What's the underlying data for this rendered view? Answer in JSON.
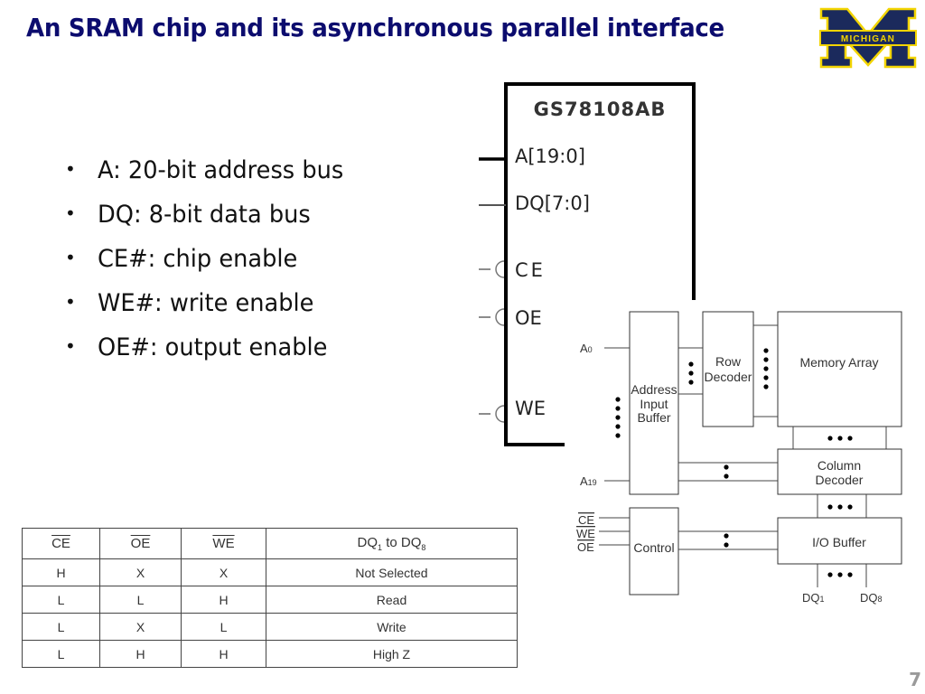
{
  "slide": {
    "title": "An SRAM chip and its asynchronous parallel interface",
    "page_number": "7",
    "logo": {
      "icon": "michigan-block-m-logo",
      "text": "MICHIGAN",
      "colors": {
        "navy": "#1b2a5c",
        "maize": "#f2d400"
      }
    },
    "title_color": "#0c0c6e"
  },
  "bullets": [
    {
      "text": "A: 20-bit address bus"
    },
    {
      "text": "DQ: 8-bit data bus"
    },
    {
      "text": "CE#: chip enable"
    },
    {
      "text": "WE#: write enable"
    },
    {
      "text": "OE#: output enable"
    }
  ],
  "chip_symbol": {
    "part_number": "GS78108AB",
    "pins": [
      {
        "label": "A[19:0]",
        "style": "bus"
      },
      {
        "label": "DQ[7:0]",
        "style": "line"
      },
      {
        "label": "CE",
        "style": "active-low"
      },
      {
        "label": "OE",
        "style": "active-low"
      },
      {
        "label": "WE",
        "style": "active-low"
      }
    ]
  },
  "block_diagram": {
    "blocks": {
      "address_buffer": [
        "Address",
        "Input",
        "Buffer"
      ],
      "row_decoder": [
        "Row",
        "Decoder"
      ],
      "memory_array": [
        "Memory Array"
      ],
      "column_decoder": [
        "Column",
        "Decoder"
      ],
      "control": [
        "Control"
      ],
      "io_buffer": [
        "I/O Buffer"
      ]
    },
    "inputs": {
      "a_first": "A",
      "a_first_sub": "0",
      "a_last": "A",
      "a_last_sub": "19",
      "control_signals": [
        "CE",
        "WE",
        "OE"
      ]
    },
    "outputs": {
      "dq_first": "DQ",
      "dq_first_sub": "1",
      "dq_last": "DQ",
      "dq_last_sub": "8"
    }
  },
  "truth_table": {
    "headers": [
      "CE",
      "OE",
      "WE",
      "DQ"
    ],
    "header_dq_sub1": "1",
    "header_dq_mid": " to DQ",
    "header_dq_sub2": "8",
    "rows": [
      [
        "H",
        "X",
        "X",
        "Not Selected"
      ],
      [
        "L",
        "L",
        "H",
        "Read"
      ],
      [
        "L",
        "X",
        "L",
        "Write"
      ],
      [
        "L",
        "H",
        "H",
        "High Z"
      ]
    ]
  }
}
